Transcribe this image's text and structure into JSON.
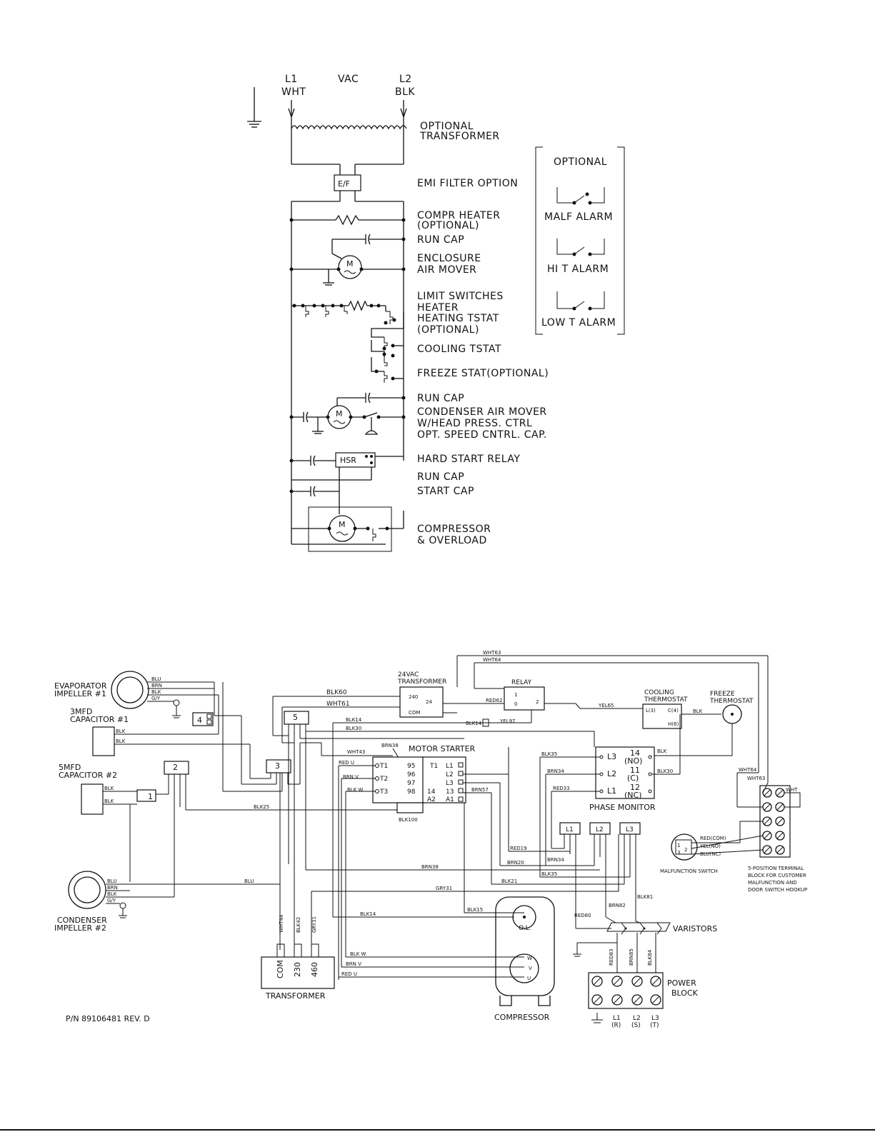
{
  "schematic": {
    "supply": {
      "l1": "L1",
      "l1_color": "WHT",
      "vac": "VAC",
      "l2": "L2",
      "l2_color": "BLK"
    },
    "ef_box": "E/F",
    "hsr_box": "HSR",
    "motor_symbol": "M",
    "labels": [
      "OPTIONAL",
      "TRANSFORMER",
      "EMI FILTER OPTION",
      "COMPR HEATER",
      "(OPTIONAL)",
      "RUN CAP",
      "ENCLOSURE",
      "AIR MOVER",
      "LIMIT SWITCHES",
      "HEATER",
      "HEATING TSTAT",
      "(OPTIONAL)",
      "COOLING TSTAT",
      "FREEZE STAT(OPTIONAL)",
      "RUN CAP",
      "CONDENSER AIR MOVER",
      "W/HEAD PRESS. CTRL",
      "OPT. SPEED CNTRL. CAP.",
      "HARD START RELAY",
      "RUN CAP",
      "START CAP",
      "COMPRESSOR",
      "& OVERLOAD"
    ],
    "alarms": {
      "title": "OPTIONAL",
      "items": [
        "MALF ALARM",
        "HI T ALARM",
        "LOW T ALARM"
      ]
    }
  },
  "wiring": {
    "components": {
      "evaporator": [
        "EVAPORATOR",
        "IMPELLER #1"
      ],
      "cap1": [
        "3MFD",
        "CAPACITOR #1"
      ],
      "cap2": [
        "5MFD",
        "CAPACITOR #2"
      ],
      "condenser": [
        "CONDENSER",
        "IMPELLER #2"
      ],
      "transformer24": [
        "24VAC",
        "TRANSFORMER"
      ],
      "relay": "RELAY",
      "cooling_tstat": [
        "COOLING",
        "THERMOSTAT"
      ],
      "freeze_tstat": [
        "FREEZE",
        "THERMOSTAT"
      ],
      "motor_starter": "MOTOR STARTER",
      "phase_monitor": "PHASE MONITOR",
      "malfunction_switch": "MALFUNCTION SWITCH",
      "terminal_block": [
        "5-POSITION TERMINAL",
        "BLOCK FOR CUSTOMER",
        "MALFUNCTION AND",
        "DOOR SWITCH HOOKUP"
      ],
      "varistors": "VARISTORS",
      "power_block": [
        "POWER",
        "BLOCK"
      ],
      "transformer": "TRANSFORMER",
      "compressor": "COMPRESSOR",
      "overload": "O.L."
    },
    "connectors": [
      "5",
      "4",
      "3",
      "2",
      "1"
    ],
    "transformer_taps": [
      "COM",
      "230",
      "460"
    ],
    "transformer24_terminals": [
      "240",
      "24",
      "COM"
    ],
    "relay_pins": [
      "1",
      "0",
      "2"
    ],
    "cooling_tstat_pins": [
      "L(3)",
      "C(4)",
      "H(6)"
    ],
    "starter_left": [
      "T1",
      "T2",
      "T3"
    ],
    "starter_mid": [
      "95",
      "96",
      "97",
      "98"
    ],
    "starter_right_a": [
      "T1",
      "14",
      "A2"
    ],
    "starter_right_b": [
      "L1",
      "L2",
      "L3",
      "13",
      "A1"
    ],
    "phase_left": [
      "L3",
      "L2",
      "L1"
    ],
    "phase_right": [
      "14",
      "(NO)",
      "11",
      "(C)",
      "12",
      "(NC)"
    ],
    "terminal_wht": "WHT",
    "malf_switch_pins": [
      "1",
      "2",
      "3"
    ],
    "malf_switch_wires": [
      "RED(COM)",
      "YEL(NO)",
      "BLU(NC)"
    ],
    "power_block_bottom": [
      "L1",
      "(R)",
      "L2",
      "(S)",
      "L3",
      "(T)"
    ],
    "compressor_terminals": [
      "W",
      "V",
      "U"
    ],
    "mini_blocks": [
      "L1",
      "L2",
      "L3"
    ],
    "wire_labels": {
      "blu": "BLU",
      "brn": "BRN",
      "blk": "BLK",
      "gy": "G/Y",
      "blk60": "BLK60",
      "wht61": "WHT61",
      "blk14": "BLK14",
      "blk30": "BLK30",
      "brn38": "BRN38",
      "wht43": "WHT43",
      "red_u": "RED U",
      "brn_v": "BRN V",
      "blk_w": "BLK W",
      "brn57": "BRN57",
      "blk100": "BLK100",
      "blk25": "BLK25",
      "wht63": "WHT63",
      "wht64": "WHT64",
      "red62": "RED62",
      "yel97": "YEL97",
      "yel65": "YEL65",
      "blk35": "BLK35",
      "brn34": "BRN34",
      "red33": "RED33",
      "red19": "RED19",
      "brn20": "BRN20",
      "blk21": "BLK21",
      "gry31": "GRY31",
      "blk15": "BLK15",
      "red80": "RED80",
      "brn82": "BRN82",
      "blk81": "BLK81",
      "red83": "RED83",
      "brn85": "BRN85",
      "blk84": "BLK84",
      "wht44": "WHT44",
      "blk42": "BLK42",
      "gry31v": "GRY31",
      "blk_w2": "BLK W",
      "brn_v2": "BRN V",
      "red_u2": "RED U"
    }
  },
  "footer": {
    "part_number": "P/N 89106481 REV. D"
  }
}
